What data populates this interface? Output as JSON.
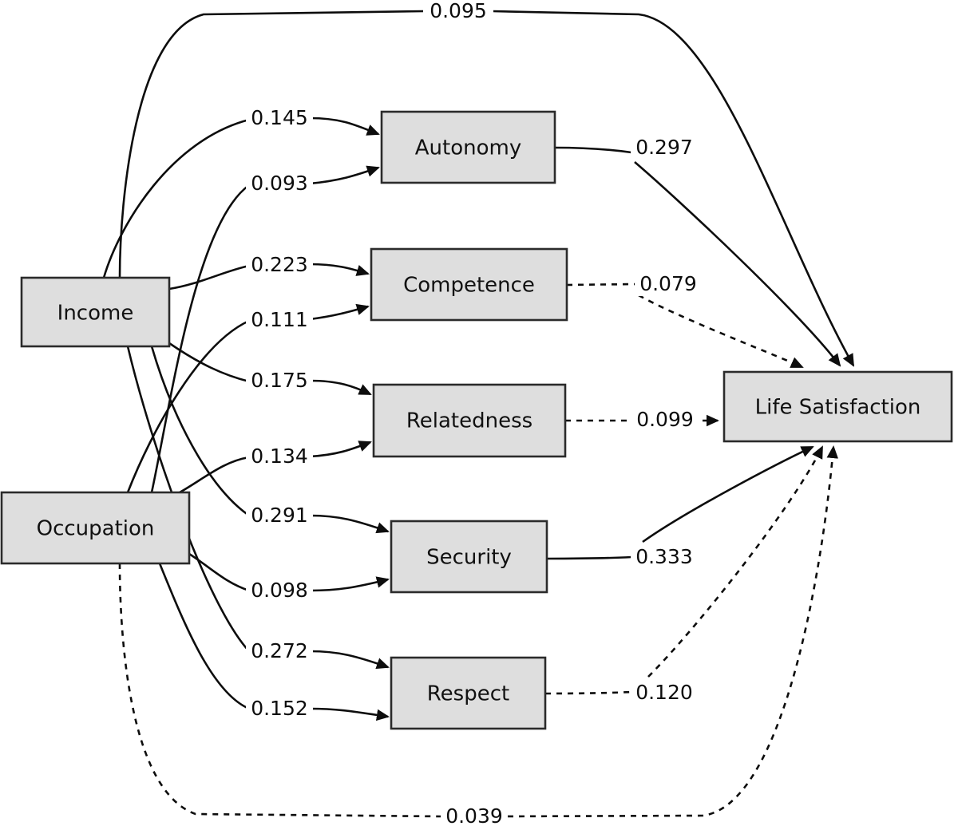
{
  "diagram": {
    "type": "path-diagram",
    "title": "",
    "background": "#ffffff",
    "node_fill": "#dedede",
    "node_stroke": "#2b2b2b",
    "edge_color": "#0d0d0d"
  },
  "nodes": {
    "income": {
      "label": "Income"
    },
    "occupation": {
      "label": "Occupation"
    },
    "autonomy": {
      "label": "Autonomy"
    },
    "competence": {
      "label": "Competence"
    },
    "relatedness": {
      "label": "Relatedness"
    },
    "security": {
      "label": "Security"
    },
    "respect": {
      "label": "Respect"
    },
    "life_satisfaction": {
      "label": "Life Satisfaction"
    }
  },
  "chart_data": {
    "type": "diagram",
    "title": "",
    "exogenous": [
      "Income",
      "Occupation"
    ],
    "mediators": [
      "Autonomy",
      "Competence",
      "Relatedness",
      "Security",
      "Respect"
    ],
    "outcome": "Life Satisfaction",
    "edges": [
      {
        "from": "Income",
        "to": "Life Satisfaction",
        "value": "0.095",
        "style": "solid"
      },
      {
        "from": "Income",
        "to": "Autonomy",
        "value": "0.145",
        "style": "solid"
      },
      {
        "from": "Occupation",
        "to": "Autonomy",
        "value": "0.093",
        "style": "solid"
      },
      {
        "from": "Income",
        "to": "Competence",
        "value": "0.223",
        "style": "solid"
      },
      {
        "from": "Occupation",
        "to": "Competence",
        "value": "0.111",
        "style": "solid"
      },
      {
        "from": "Income",
        "to": "Relatedness",
        "value": "0.175",
        "style": "solid"
      },
      {
        "from": "Occupation",
        "to": "Relatedness",
        "value": "0.134",
        "style": "solid"
      },
      {
        "from": "Income",
        "to": "Security",
        "value": "0.291",
        "style": "solid"
      },
      {
        "from": "Occupation",
        "to": "Security",
        "value": "0.098",
        "style": "solid"
      },
      {
        "from": "Income",
        "to": "Respect",
        "value": "0.272",
        "style": "solid"
      },
      {
        "from": "Occupation",
        "to": "Respect",
        "value": "0.152",
        "style": "solid"
      },
      {
        "from": "Autonomy",
        "to": "Life Satisfaction",
        "value": "0.297",
        "style": "solid"
      },
      {
        "from": "Competence",
        "to": "Life Satisfaction",
        "value": "0.079",
        "style": "dashed"
      },
      {
        "from": "Relatedness",
        "to": "Life Satisfaction",
        "value": "0.099",
        "style": "dashed"
      },
      {
        "from": "Security",
        "to": "Life Satisfaction",
        "value": "0.333",
        "style": "solid"
      },
      {
        "from": "Respect",
        "to": "Life Satisfaction",
        "value": "0.120",
        "style": "dashed"
      },
      {
        "from": "Occupation",
        "to": "Life Satisfaction",
        "value": "0.039",
        "style": "dashed"
      }
    ]
  },
  "edge_labels": {
    "income_ls": "0.095",
    "income_autonomy": "0.145",
    "occupation_autonomy": "0.093",
    "income_competence": "0.223",
    "occupation_competence": "0.111",
    "income_relatedness": "0.175",
    "occupation_relatedness": "0.134",
    "income_security": "0.291",
    "occupation_security": "0.098",
    "income_respect": "0.272",
    "occupation_respect": "0.152",
    "autonomy_ls": "0.297",
    "competence_ls": "0.079",
    "relatedness_ls": "0.099",
    "security_ls": "0.333",
    "respect_ls": "0.120",
    "occupation_ls": "0.039"
  }
}
